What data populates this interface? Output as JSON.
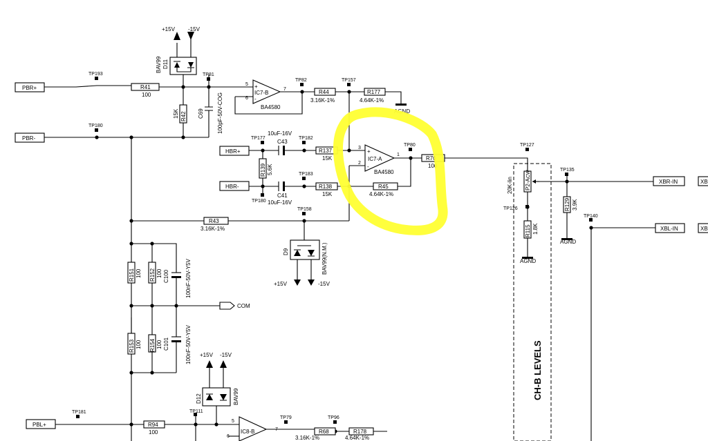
{
  "ports": {
    "pbr_plus": "PBR+",
    "pbr_minus": "PBR-",
    "hbr_plus": "HBR+",
    "hbr_minus": "HBR-",
    "xbr_in": "XBR-IN",
    "xbl_in": "XBL-IN",
    "com": "COM",
    "pbl_plus": "PBL+",
    "xb_right_1": "XB",
    "xb_right_2": "XB"
  },
  "testpoints": {
    "tp193": "TP193",
    "tp180a": "TP180",
    "tp81": "TP81",
    "tp82": "TP82",
    "tp157": "TP157",
    "tp177": "TP177",
    "tp182": "TP182",
    "tp180b": "TP180",
    "tp183": "TP183",
    "tp80": "TP80",
    "tp127": "TP127",
    "tp135": "TP135",
    "tp126": "TP126",
    "tp140": "TP140",
    "tp158": "TP158",
    "tp181": "TP181",
    "tp111": "TP111",
    "tp79": "TP79",
    "tp96": "TP96"
  },
  "components": {
    "r41": {
      "ref": "R41",
      "value": "100"
    },
    "r42": {
      "ref": "R42",
      "value": "15K"
    },
    "c69": {
      "ref": "C69",
      "value": "100pF-50V-COG"
    },
    "d11": {
      "ref": "D11",
      "part": "BAV99"
    },
    "ic7b": {
      "ref": "IC7-B",
      "part": "BA4580"
    },
    "r44": {
      "ref": "R44",
      "value": "3.16K-1%"
    },
    "r177": {
      "ref": "R177",
      "value": "4.64K-1%"
    },
    "c43": {
      "ref": "C43",
      "value": "10uF-16V"
    },
    "c41": {
      "ref": "C41",
      "value": "10uF-16V"
    },
    "r139": {
      "ref": "R139",
      "value": "5.6K"
    },
    "r137": {
      "ref": "R137",
      "value": "15K"
    },
    "r138": {
      "ref": "R138",
      "value": "15K"
    },
    "ic7a": {
      "ref": "IC7-A",
      "part": "BA4580"
    },
    "r45": {
      "ref": "R45",
      "value": "4.64K-1%"
    },
    "r70": {
      "ref": "R70",
      "value": "100"
    },
    "r43": {
      "ref": "R43",
      "value": "3.16K-1%"
    },
    "d9": {
      "ref": "D9",
      "part": "BAV99(N.M.)"
    },
    "p2a": {
      "ref": "P2-A",
      "value": "20K-lin",
      "cw": "CW"
    },
    "r115": {
      "ref": "R115",
      "value": "1.8K"
    },
    "r129": {
      "ref": "R129",
      "value": "3.9K"
    },
    "r151": {
      "ref": "R151",
      "value": "100"
    },
    "r152": {
      "ref": "R152",
      "value": "100"
    },
    "c100": {
      "ref": "C100",
      "value": "100nF-50V-Y5V"
    },
    "r153": {
      "ref": "R153",
      "value": "100"
    },
    "r154": {
      "ref": "R154",
      "value": "100"
    },
    "c101": {
      "ref": "C101",
      "value": "100nF-50V-Y5V"
    },
    "d12": {
      "ref": "D12",
      "part": "BAV99"
    },
    "ic8b": {
      "ref": "IC8-B"
    },
    "r94": {
      "ref": "R94",
      "value": "100"
    },
    "r68": {
      "ref": "R68",
      "value": "3.16K-1%"
    },
    "r178": {
      "ref": "R178",
      "value": "4.64K-1%"
    }
  },
  "rails": {
    "p15": "+15V",
    "m15": "-15V",
    "agnd": "AGND"
  },
  "pins": {
    "p1": "1",
    "p2": "2",
    "p3": "3",
    "p5": "5",
    "p6": "6",
    "p7": "7",
    "plus": "+",
    "minus": "-"
  },
  "section_title": "CH-B LEVELS",
  "colors": {
    "highlight": "#ffff33",
    "ink": "#000000",
    "background": "#ffffff"
  }
}
